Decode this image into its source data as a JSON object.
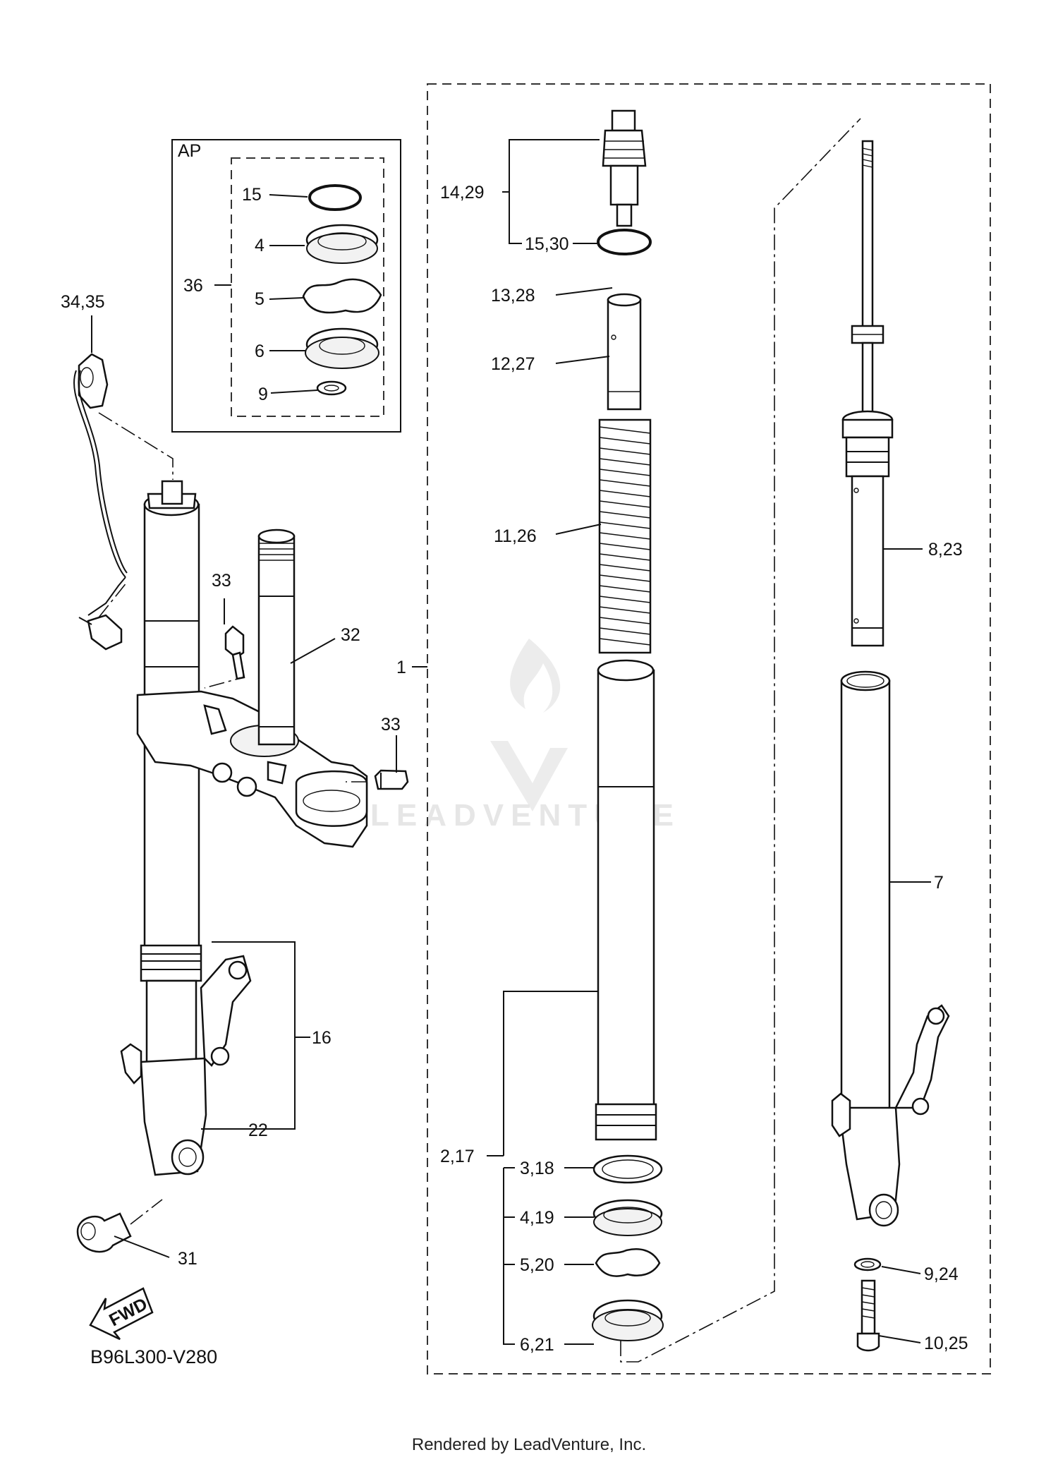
{
  "diagram": {
    "group_label": "AP",
    "labels": {
      "p15": "15",
      "p4": "4",
      "p36": "36",
      "p5": "5",
      "p6": "6",
      "p9": "9",
      "p3435": "34,35",
      "p33a": "33",
      "p32": "32",
      "p33b": "33",
      "p16": "16",
      "p22": "22",
      "p31": "31",
      "p1429": "14,29",
      "p1530": "15,30",
      "p1328": "13,28",
      "p1227": "12,27",
      "p1126": "11,26",
      "p1": "1",
      "p217": "2,17",
      "p318": "3,18",
      "p419": "4,19",
      "p520": "5,20",
      "p621": "6,21",
      "p823": "8,23",
      "p7": "7",
      "p924": "9,24",
      "p1025": "10,25"
    },
    "fwd_label": "FWD",
    "diagram_code": "B96L300-V280",
    "watermark": "LEADVENTURE",
    "footer": "Rendered by LeadVenture, Inc."
  }
}
